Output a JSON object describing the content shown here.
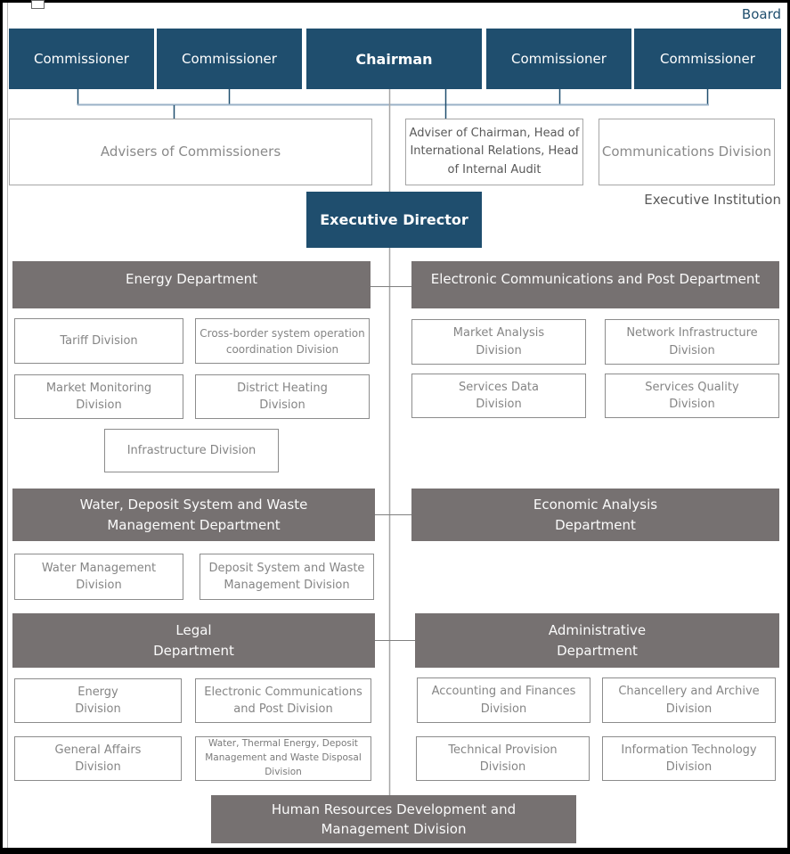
{
  "labels": {
    "board": "Board",
    "executive_institution": "Executive Institution"
  },
  "board": {
    "members": [
      {
        "label": "Commissioner"
      },
      {
        "label": "Commissioner"
      },
      {
        "label": "Chairman"
      },
      {
        "label": "Commissioner"
      },
      {
        "label": "Commissioner"
      }
    ]
  },
  "advisory": {
    "advisers_of_commissioners": "Advisers of Commissioners",
    "adviser_of_chairman": "Adviser of Chairman, Head of\nInternational Relations, Head\nof Internal Audit",
    "communications_division": "Communications Division"
  },
  "executive": {
    "director_label": "Executive Director"
  },
  "departments": {
    "energy": {
      "title": "Energy Department",
      "tariff": "Tariff Division",
      "cross_border": "Cross-border system operation\ncoordination Division",
      "market_monitoring": "Market Monitoring\nDivision",
      "district_heating": "District Heating\nDivision",
      "infrastructure": "Infrastructure Division"
    },
    "ecp": {
      "title": "Electronic Communications and Post Department",
      "market_analysis": "Market Analysis\nDivision",
      "network_infrastructure": "Network Infrastructure\nDivision",
      "services_data": "Services Data\nDivision",
      "services_quality": "Services Quality\nDivision"
    },
    "water": {
      "title": "Water, Deposit System and Waste\nManagement Department",
      "water_management": "Water Management\nDivision",
      "deposit_waste": "Deposit System and Waste\nManagement Division"
    },
    "economic": {
      "title": "Economic Analysis\nDepartment"
    },
    "legal": {
      "title": "Legal\nDepartment",
      "energy_div": "Energy\nDivision",
      "ecp_div": "Electronic Communications\nand Post Division",
      "general_affairs": "General Affairs\nDivision",
      "water_thermal": "Water, Thermal Energy, Deposit\nManagement and Waste Disposal\nDivision"
    },
    "admin": {
      "title": "Administrative\nDepartment",
      "accounting": "Accounting and Finances\nDivision",
      "chancellery": "Chancellery and Archive\nDivision",
      "technical": "Technical Provision\nDivision",
      "it": "Information Technology\nDivision"
    },
    "hr": {
      "title": "Human Resources Development and\nManagement Division"
    }
  },
  "colors": {
    "primary_blue": "#1F4E6E",
    "header_gray": "#767171",
    "connector_blue": "#9AB1C7",
    "connector_gray": "#A6A6A6",
    "box_border_gray": "#8C8C8C",
    "text_gray": "#858585",
    "text_dark_gray": "#595959"
  }
}
